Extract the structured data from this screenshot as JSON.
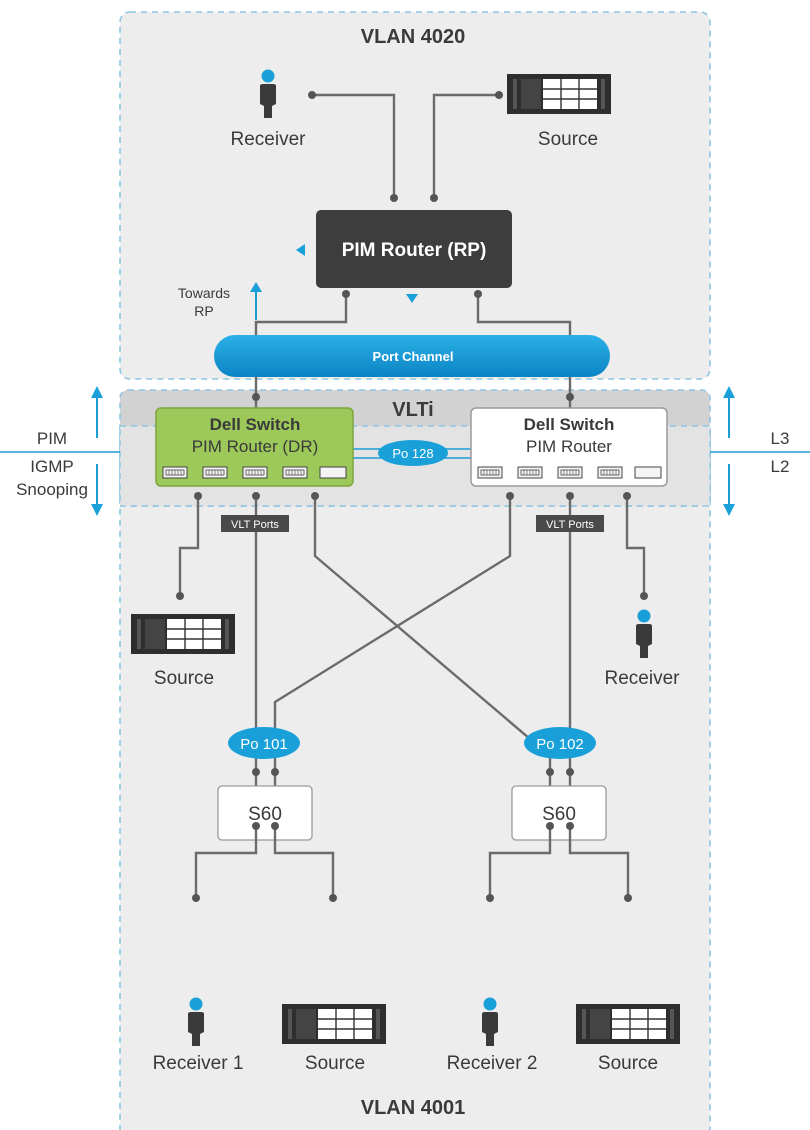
{
  "vlan_top": "VLAN 4020",
  "vlan_bottom": "VLAN 4001",
  "vlti": "VLTi",
  "rp": {
    "label": "PIM Router (RP)"
  },
  "port_channel": "Port Channel",
  "towards_rp": [
    "Towards",
    "RP"
  ],
  "switch_left": {
    "title": "Dell Switch",
    "sub": "PIM Router (DR)"
  },
  "switch_right": {
    "title": "Dell Switch",
    "sub": "PIM Router"
  },
  "po128": "Po 128",
  "po101": "Po 101",
  "po102": "Po 102",
  "vlt_ports": "VLT Ports",
  "s60": "S60",
  "left_side": {
    "pim": "PIM",
    "igmp": "IGMP",
    "snooping": "Snooping"
  },
  "right_side": {
    "l3": "L3",
    "l2": "L2"
  },
  "labels": {
    "receiver_top": "Receiver",
    "source_top": "Source",
    "source_mid": "Source",
    "receiver_mid": "Receiver",
    "receiver1": "Receiver 1",
    "source_bl": "Source",
    "receiver2": "Receiver 2",
    "source_br": "Source"
  },
  "colors": {
    "accent": "#1aa0d8",
    "dark_router": "#3d3d3d",
    "dr_switch": "#9dc85a",
    "vlan_bg": "#ededed",
    "vlti_bg": "#cfcfcf"
  }
}
